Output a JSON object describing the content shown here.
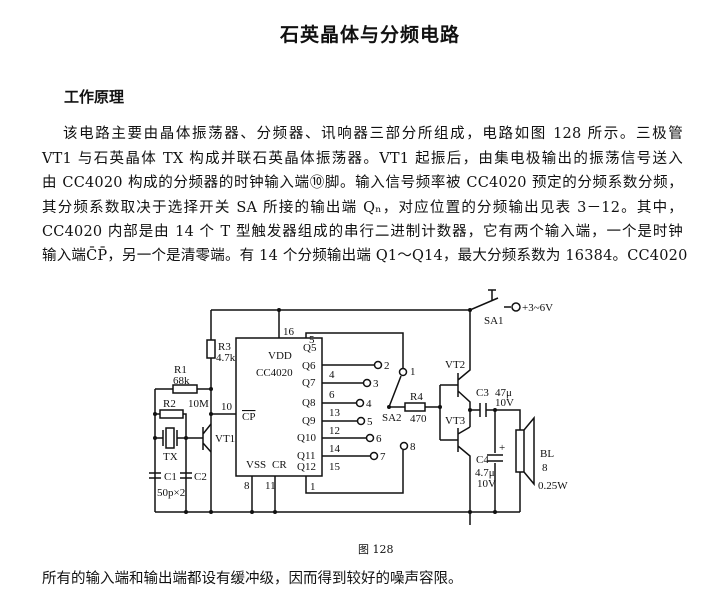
{
  "title": "石英晶体与分频电路",
  "section_heading": "工作原理",
  "paragraph_lines": [
    "该电路主要由晶体振荡器、分频器、讯响器三部分所组成，电路如图 128 所示。三极管",
    "VT1 与石英晶体 TX 构成并联石英晶体振荡器。VT1 起振后，由集电极输出的振荡信号送入",
    "由 CC4020 构成的分频器的时钟输入端⑩脚。输入信号频率被 CC4020 预定的分频系数分频，",
    "其分频系数取决于选择开关 SA 所接的输出端 Qₙ，对应位置的分频输出见表 3－12。其中，",
    "CC4020 内部是由 14 个 T 型触发器组成的串行二进制计数器，它有两个输入端，一个是时钟",
    "输入端C̄P̄，另一个是清零端。有 14 个分频输出端 Q1～Q14，最大分频系数为 16384。CC4020"
  ],
  "figure_caption": "图 128",
  "last_line": "所有的输入端和输出端都设有缓冲级，因而得到较好的噪声容限。",
  "circuit": {
    "supply": "+3~6V",
    "sa1": "SA1",
    "r1": "R1",
    "r1_val": "68k",
    "r2": "R2",
    "r2_val": "10M",
    "r3": "R3",
    "r3_val": "4.7k",
    "tx": "TX",
    "c1": "C1",
    "c2": "C2",
    "c12_val": "50p×2",
    "vt1": "VT1",
    "vt2": "VT2",
    "vt3": "VT3",
    "ic": "CC4020",
    "vdd": "VDD",
    "vss": "VSS",
    "cp": "CP",
    "cr": "CR",
    "pins": {
      "p16": "16",
      "p10": "10",
      "p8": "8",
      "p11": "11",
      "p5": "5",
      "p4": "4",
      "p6": "6",
      "p13": "13",
      "p12": "12",
      "p14": "14",
      "p15": "15",
      "p1": "1"
    },
    "outputs": [
      "Q5",
      "Q6",
      "Q7",
      "Q8",
      "Q9",
      "Q10",
      "Q11",
      "Q12"
    ],
    "switch_positions": [
      "1",
      "2",
      "3",
      "4",
      "5",
      "6",
      "7",
      "8"
    ],
    "sa2": "SA2",
    "r4": "R4",
    "r4_val": "470",
    "c3": "C3",
    "c3_val": "47μ",
    "c3_v": "10V",
    "c4": "C4",
    "c4_val": "4.7μ",
    "c4_v": "10V",
    "bl": "BL",
    "bl_imp": "8",
    "bl_pow": "0.25W"
  }
}
